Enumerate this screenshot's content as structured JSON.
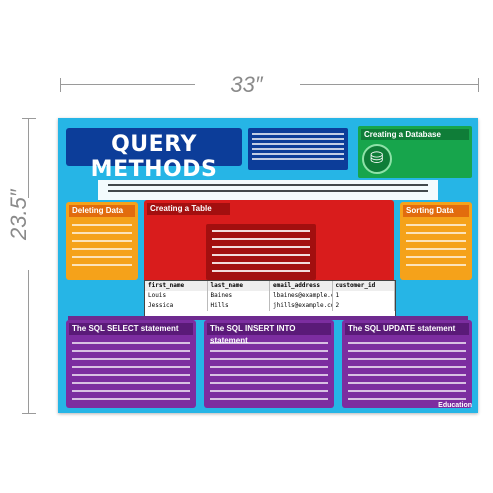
{
  "dimensions": {
    "width": "33″",
    "height": "23.5″"
  },
  "poster": {
    "title": "QUERY METHODS",
    "create_db_title": "Creating a Database",
    "left_panel_title": "Deleting Data",
    "right_panel_title": "Sorting Data",
    "center_panel_title": "Creating a Table",
    "bottom_panels": [
      {
        "title": "The SQL SELECT statement"
      },
      {
        "title": "The SQL INSERT INTO statement"
      },
      {
        "title": "The SQL UPDATE statement"
      }
    ],
    "table": {
      "headers": [
        "first_name",
        "last_name",
        "email_address",
        "customer_id"
      ],
      "rows": [
        [
          "Louis",
          "Baines",
          "lbaines@example.com",
          "1"
        ],
        [
          "Jessica",
          "Hills",
          "jhills@example.com",
          "2"
        ]
      ]
    },
    "logo": "Education"
  }
}
